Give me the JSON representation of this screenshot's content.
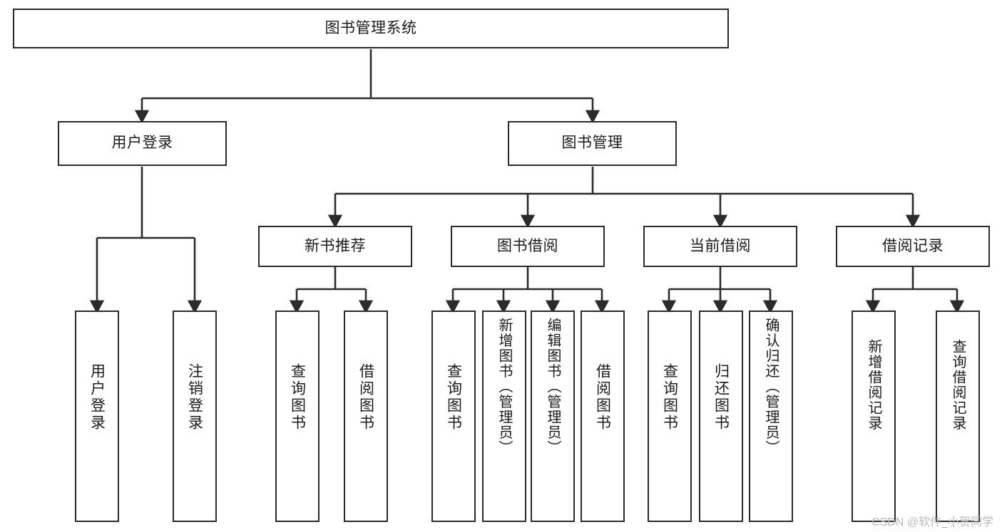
{
  "diagram": {
    "title": "图书管理系统",
    "type": "tree-hierarchy-chart",
    "colors": {
      "stroke": "#2b2b2b",
      "fill": "#ffffff",
      "text": "#1b1b1b",
      "watermark": "#b9b9b9"
    },
    "root": {
      "label": "图书管理系统"
    },
    "level2": [
      {
        "label": "用户登录"
      },
      {
        "label": "图书管理"
      }
    ],
    "level3": [
      {
        "label": "新书推荐"
      },
      {
        "label": "图书借阅"
      },
      {
        "label": "当前借阅"
      },
      {
        "label": "借阅记录"
      }
    ],
    "leaves": {
      "user_login": [
        {
          "label": "用户登录"
        },
        {
          "label": "注销登录"
        }
      ],
      "new_book_recommend": [
        {
          "label": "查询图书"
        },
        {
          "label": "借阅图书"
        }
      ],
      "book_borrow": [
        {
          "label": "查询图书"
        },
        {
          "label": "新增图书（管理员）"
        },
        {
          "label": "编辑图书（管理员）"
        },
        {
          "label": "借阅图书"
        }
      ],
      "current_borrow": [
        {
          "label": "查询图书"
        },
        {
          "label": "归还图书"
        },
        {
          "label": "确认归还（管理员）"
        }
      ],
      "borrow_record": [
        {
          "label": "新增借阅记录"
        },
        {
          "label": "查询借阅记录"
        }
      ]
    }
  },
  "watermark": {
    "text": "CSDN @软件_小贺同学"
  }
}
